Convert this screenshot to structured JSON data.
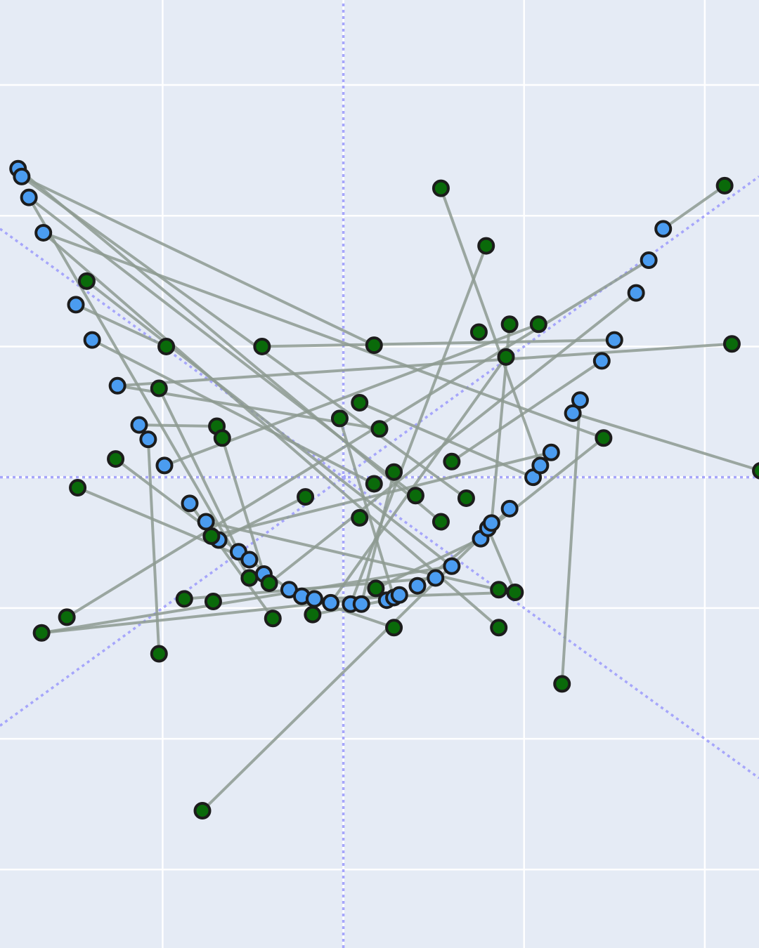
{
  "chart_data": {
    "type": "scatter",
    "title": "",
    "xlabel": "",
    "ylabel": "",
    "xlim": [
      -1.9,
      2.3
    ],
    "ylim": [
      -3.6,
      3.65
    ],
    "grid": true,
    "x_gridlines": [
      -1,
      0,
      1,
      2
    ],
    "y_gridlines": [
      -3,
      -2,
      -1,
      0,
      1,
      2,
      3
    ],
    "reference_lines": [
      {
        "kind": "vertical",
        "x": 0
      },
      {
        "kind": "horizontal",
        "y": 0
      },
      {
        "kind": "diagonal",
        "slope": 1,
        "intercept": 0
      },
      {
        "kind": "diagonal",
        "slope": -1,
        "intercept": 0
      }
    ],
    "colors": {
      "background": "#e5ebf5",
      "grid": "#ffffff",
      "reference": "#a6a6fb",
      "link": "#8d9a90",
      "series_a": "#4b9cf0",
      "series_b": "#0a6a0a",
      "marker_edge": "#1c1c1c"
    },
    "series": [
      {
        "marker": "blue",
        "points": [
          [
            -1.8,
            2.36
          ],
          [
            -1.78,
            2.3
          ],
          [
            -1.74,
            2.14
          ],
          [
            -1.66,
            1.87
          ],
          [
            -1.48,
            1.32
          ],
          [
            -1.39,
            1.05
          ],
          [
            -1.25,
            0.7
          ],
          [
            -1.13,
            0.4
          ],
          [
            -1.08,
            0.29
          ],
          [
            -0.99,
            0.09
          ],
          [
            -0.85,
            -0.2
          ],
          [
            -0.76,
            -0.34
          ],
          [
            -0.69,
            -0.48
          ],
          [
            -0.58,
            -0.57
          ],
          [
            -0.52,
            -0.63
          ],
          [
            -0.44,
            -0.74
          ],
          [
            -0.3,
            -0.86
          ],
          [
            -0.23,
            -0.91
          ],
          [
            -0.16,
            -0.93
          ],
          [
            -0.07,
            -0.96
          ],
          [
            0.04,
            -0.97
          ],
          [
            0.1,
            -0.97
          ],
          [
            0.24,
            -0.94
          ],
          [
            0.28,
            -0.92
          ],
          [
            0.31,
            -0.9
          ],
          [
            0.41,
            -0.83
          ],
          [
            0.51,
            -0.77
          ],
          [
            0.6,
            -0.68
          ],
          [
            0.76,
            -0.47
          ],
          [
            0.8,
            -0.39
          ],
          [
            0.82,
            -0.35
          ],
          [
            0.92,
            -0.24
          ],
          [
            1.05,
            0.0
          ],
          [
            1.09,
            0.09
          ],
          [
            1.15,
            0.19
          ],
          [
            1.27,
            0.49
          ],
          [
            1.31,
            0.59
          ],
          [
            1.43,
            0.89
          ],
          [
            1.5,
            1.05
          ],
          [
            1.62,
            1.41
          ],
          [
            1.69,
            1.66
          ],
          [
            1.77,
            1.9
          ]
        ]
      },
      {
        "marker": "green",
        "points": [
          [
            0.54,
            2.21
          ],
          [
            2.11,
            2.23
          ],
          [
            0.79,
            1.77
          ],
          [
            -1.42,
            1.5
          ],
          [
            0.75,
            1.11
          ],
          [
            0.92,
            1.17
          ],
          [
            1.08,
            1.17
          ],
          [
            -0.98,
            1.0
          ],
          [
            -0.45,
            1.0
          ],
          [
            0.17,
            1.01
          ],
          [
            0.9,
            0.92
          ],
          [
            2.15,
            1.02
          ],
          [
            0.09,
            0.57
          ],
          [
            -0.02,
            0.45
          ],
          [
            0.2,
            0.37
          ],
          [
            -1.02,
            0.68
          ],
          [
            -0.7,
            0.39
          ],
          [
            -0.67,
            0.3
          ],
          [
            1.44,
            0.3
          ],
          [
            -1.26,
            0.14
          ],
          [
            0.6,
            0.12
          ],
          [
            -1.47,
            -0.08
          ],
          [
            2.31,
            0.05
          ],
          [
            0.28,
            0.04
          ],
          [
            0.17,
            -0.05
          ],
          [
            0.4,
            -0.14
          ],
          [
            -0.21,
            -0.15
          ],
          [
            0.68,
            -0.16
          ],
          [
            0.09,
            -0.31
          ],
          [
            0.54,
            -0.34
          ],
          [
            -0.73,
            -0.45
          ],
          [
            -0.52,
            -0.77
          ],
          [
            -0.41,
            -0.81
          ],
          [
            0.18,
            -0.85
          ],
          [
            0.86,
            -0.86
          ],
          [
            0.95,
            -0.88
          ],
          [
            -0.88,
            -0.93
          ],
          [
            -0.72,
            -0.95
          ],
          [
            -1.53,
            -1.07
          ],
          [
            -1.67,
            -1.19
          ],
          [
            -1.02,
            -1.35
          ],
          [
            -0.39,
            -1.08
          ],
          [
            -0.17,
            -1.05
          ],
          [
            0.28,
            -1.15
          ],
          [
            0.86,
            -1.15
          ],
          [
            1.21,
            -1.58
          ],
          [
            -0.78,
            -2.55
          ]
        ]
      }
    ],
    "links": [
      [
        0,
        29
      ],
      [
        1,
        27
      ],
      [
        1,
        9
      ],
      [
        2,
        25
      ],
      [
        2,
        31
      ],
      [
        3,
        44
      ],
      [
        4,
        7
      ],
      [
        5,
        24
      ],
      [
        6,
        11
      ],
      [
        6,
        14
      ],
      [
        7,
        16
      ],
      [
        8,
        40
      ],
      [
        9,
        6
      ],
      [
        10,
        41
      ],
      [
        11,
        34
      ],
      [
        12,
        26
      ],
      [
        13,
        15
      ],
      [
        14,
        21
      ],
      [
        15,
        17
      ],
      [
        16,
        19
      ],
      [
        17,
        43
      ],
      [
        18,
        35
      ],
      [
        19,
        10
      ],
      [
        20,
        2
      ],
      [
        21,
        23
      ],
      [
        22,
        42
      ],
      [
        23,
        13
      ],
      [
        24,
        39
      ],
      [
        25,
        18
      ],
      [
        26,
        36
      ],
      [
        27,
        3
      ],
      [
        28,
        33
      ],
      [
        29,
        35
      ],
      [
        30,
        5
      ],
      [
        31,
        46
      ],
      [
        32,
        12
      ],
      [
        33,
        0
      ],
      [
        34,
        30
      ],
      [
        35,
        22
      ],
      [
        36,
        45
      ],
      [
        37,
        20
      ],
      [
        38,
        8
      ],
      [
        39,
        32
      ],
      [
        40,
        38
      ],
      [
        41,
        1
      ],
      [
        42,
        4
      ],
      [
        43,
        37
      ],
      [
        44,
        28
      ],
      [
        45,
        11
      ],
      [
        46,
        10
      ],
      [
        3,
        18
      ],
      [
        27,
        39
      ]
    ]
  }
}
